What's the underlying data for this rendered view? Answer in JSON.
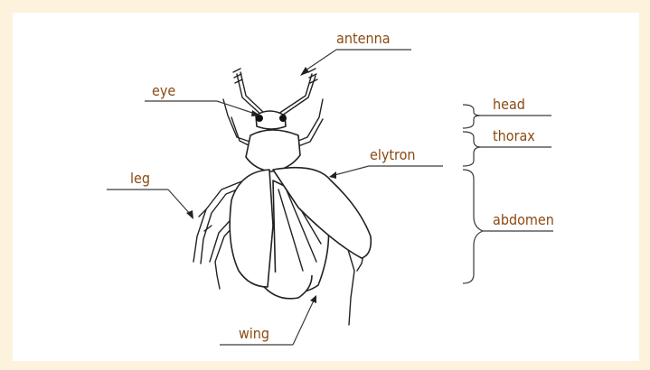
{
  "diagram": {
    "background": "#fdf3dc",
    "label_color": "#8b4a12",
    "labels": {
      "antenna": "antenna",
      "eye": "eye",
      "elytron": "elytron",
      "leg": "leg",
      "wing": "wing",
      "head": "head",
      "thorax": "thorax",
      "abdomen": "abdomen"
    }
  }
}
